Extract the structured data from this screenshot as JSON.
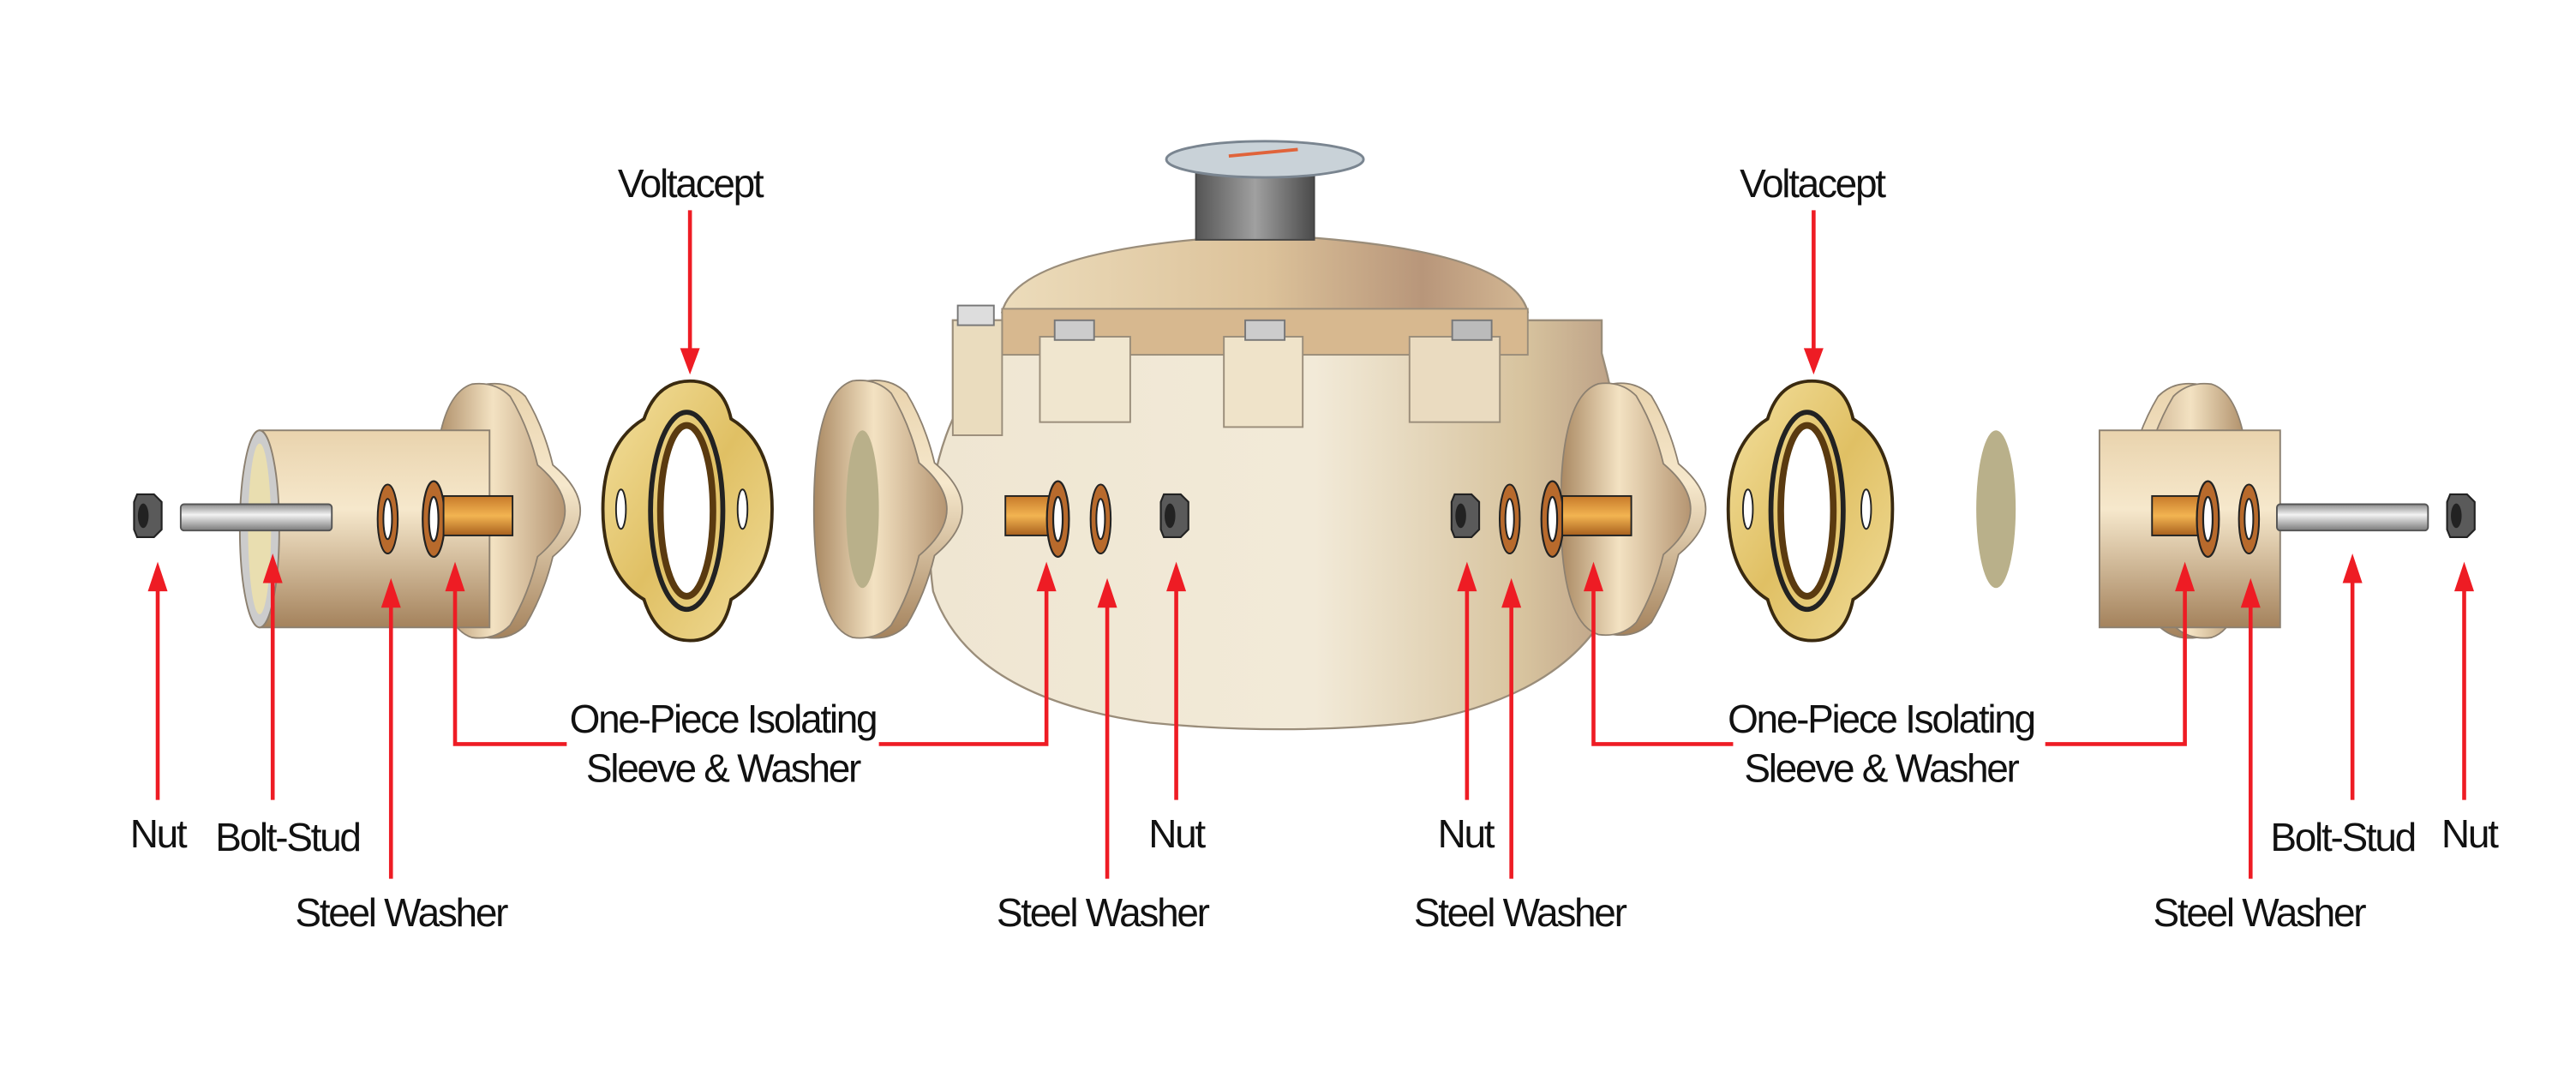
{
  "diagram": {
    "labels": {
      "voltacept_left": "Voltacept",
      "voltacept_right": "Voltacept",
      "nut_far_left": "Nut",
      "bolt_stud_left": "Bolt-Stud",
      "steel_washer_left": "Steel Washer",
      "sleeve_left_line1": "One-Piece Isolating",
      "sleeve_left_line2": "Sleeve & Washer",
      "steel_washer_center_left": "Steel Washer",
      "nut_center_left": "Nut",
      "nut_center_right": "Nut",
      "steel_washer_center_right": "Steel Washer",
      "sleeve_right_line1": "One-Piece Isolating",
      "sleeve_right_line2": "Sleeve & Washer",
      "steel_washer_right": "Steel Washer",
      "bolt_stud_right": "Bolt-Stud",
      "nut_far_right": "Nut"
    },
    "colors": {
      "arrow": "#ee1c24",
      "brass": "#c9a97f",
      "body": "#f1e8d4",
      "sleeve": "#d98a2b",
      "gasket": "#e2c66e"
    }
  }
}
